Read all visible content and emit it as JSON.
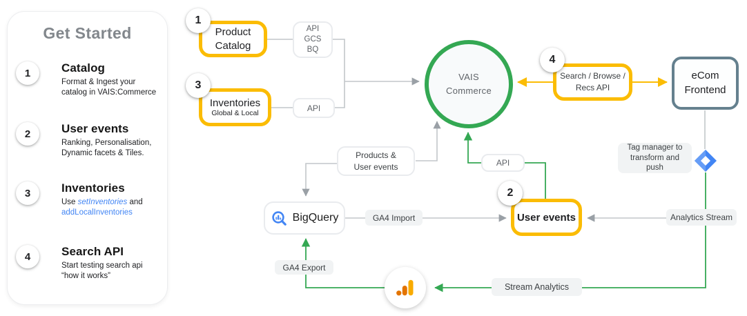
{
  "sidebar": {
    "title": "Get Started",
    "items": [
      {
        "num": "1",
        "title": "Catalog",
        "body": "Format & Ingest your\ncatalog in VAIS:Commerce"
      },
      {
        "num": "2",
        "title": "User events",
        "body": "Ranking, Personalisation,\nDynamic facets & Tiles."
      },
      {
        "num": "3",
        "title": "Inventories",
        "body_prefix": "Use ",
        "link_set": "setInventories",
        "body_mid": " and",
        "link_add": "addLocalInventories"
      },
      {
        "num": "4",
        "title": "Search API",
        "body": "Start testing search api\n“how it works”"
      }
    ]
  },
  "diagram": {
    "product_catalog": {
      "badge": "1",
      "label": "Product\nCatalog"
    },
    "inventories": {
      "badge": "3",
      "label": "Inventories",
      "sublabel": "Global & Local"
    },
    "api_gcs_bq": {
      "label": "API\nGCS\nBQ"
    },
    "api_ingest": {
      "label": "API"
    },
    "vais": {
      "label": "VAIS\nCommerce"
    },
    "search_api": {
      "badge": "4",
      "label": "Search / Browse /\nRecs API"
    },
    "ecom": {
      "label": "eCom\nFrontend"
    },
    "products_user_events": {
      "label": "Products &\nUser events"
    },
    "api_events": {
      "label": "API"
    },
    "user_events": {
      "badge": "2",
      "label": "User events"
    },
    "bigquery": {
      "label": "BigQuery",
      "icon": "bigquery-icon"
    },
    "pills": {
      "ga4_import": "GA4 Import",
      "ga4_export": "GA4 Export",
      "tag_manager": "Tag manager to\ntransform and\npush",
      "analytics_stream": "Analytics Stream",
      "stream_analytics": "Stream Analytics"
    },
    "icons": {
      "tag_manager": "google-tag-manager-icon",
      "analytics": "google-analytics-icon"
    },
    "colors": {
      "yellow": "#FBBC04",
      "green": "#34A853",
      "slate": "#64808E",
      "blue": "#4285F4",
      "line_gray": "#C2C6CA",
      "arrow_gray": "#9AA0A6"
    }
  }
}
